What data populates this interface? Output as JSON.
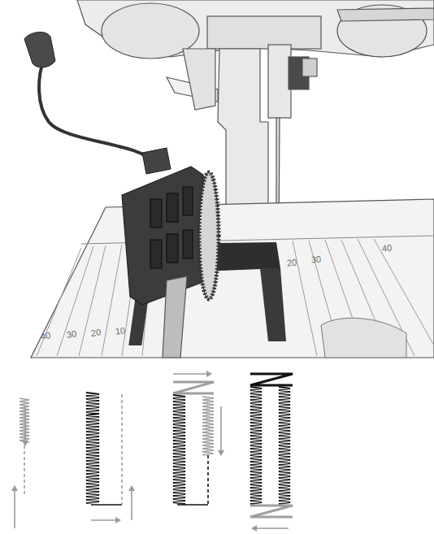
{
  "diagram": {
    "labels": [
      "40",
      "30",
      "20",
      "10",
      "20",
      "30",
      "40"
    ]
  }
}
